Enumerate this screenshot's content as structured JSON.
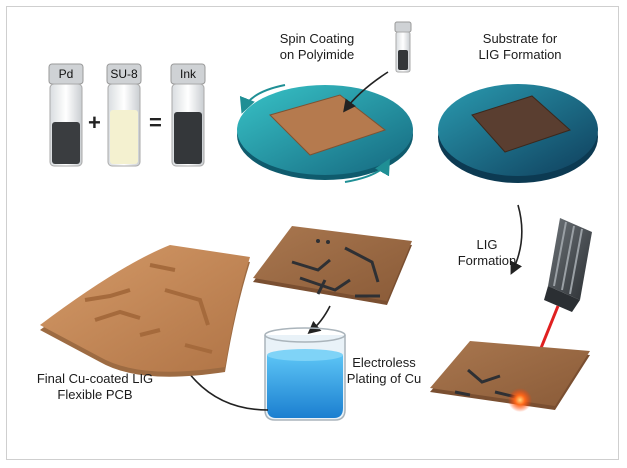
{
  "vials": [
    {
      "label": "Pd",
      "content_color": "#3a3d40"
    },
    {
      "label": "SU-8",
      "content_color": "#f4f1d0"
    },
    {
      "label": "Ink",
      "content_color": "#34373a"
    }
  ],
  "operators": {
    "plus": "+",
    "equals": "="
  },
  "labels": {
    "spin_coating_1": "Spin Coating",
    "spin_coating_2": "on Polyimide",
    "substrate_1": "Substrate for",
    "substrate_2": "LIG Formation",
    "lig_1": "LIG",
    "lig_2": "Formation",
    "electroless_1": "Electroless",
    "electroless_2": "Plating of Cu",
    "final_1": "Final Cu-coated LIG",
    "final_2": "Flexible PCB"
  },
  "colors": {
    "wafer": "#1f9fa8",
    "polyimide": "#b57a4e",
    "copper": "#c68a58",
    "trace": "#3a3c40",
    "laser": "#e02020",
    "solution": "#2aa3e6"
  }
}
